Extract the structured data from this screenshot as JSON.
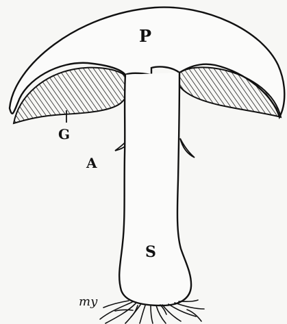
{
  "diagram": {
    "labels": {
      "pileus": "P",
      "gills": "G",
      "annulus": "A",
      "stipe": "S",
      "mycelium": "my"
    }
  },
  "colors": {
    "ink": "#111111",
    "paper": "#f7f7f5"
  }
}
